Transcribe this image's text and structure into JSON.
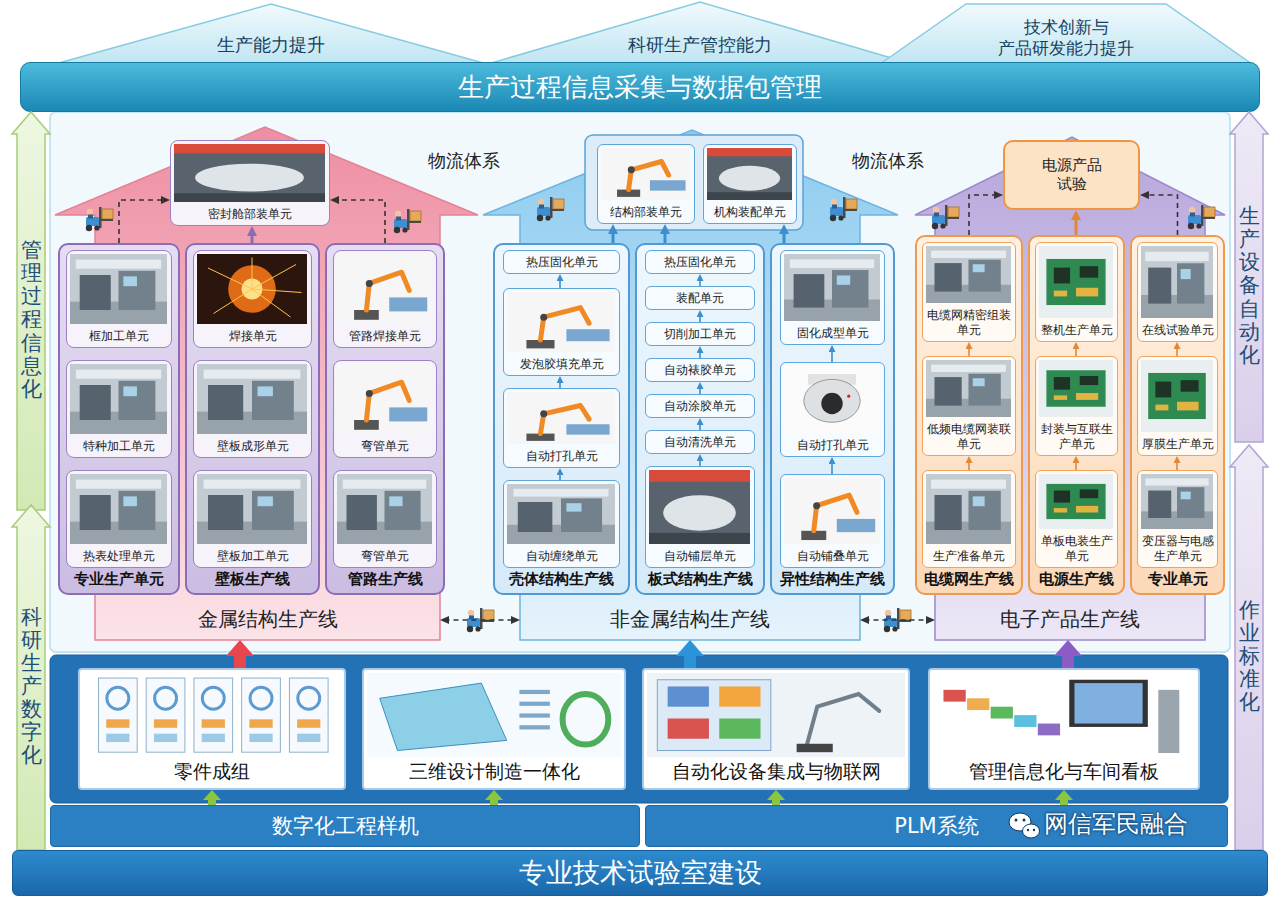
{
  "diagram": {
    "nodes": [
      {
        "text": [
          "生产能力提升"
        ]
      },
      {
        "text": [
          "科研生产管控能力"
        ]
      },
      {
        "text": [
          "技术创新与 产品研发能力提升"
        ]
      },
      {
        "text": [
          "生产过程信息采集与数据包管理"
        ]
      },
      {
        "text": [
          "管理过程信息化"
        ]
      },
      {
        "text": [
          "科研生产数字化"
        ]
      },
      {
        "text": [
          "生产设备自动化"
        ]
      },
      {
        "text": [
          "作业标准化"
        ]
      },
      {
        "text": [
          "金属结构生产线"
        ]
      },
      {
        "text": [
          "密封舱部装单元"
        ],
        "in": 8
      },
      {
        "text": [
          "专业生产单元"
        ],
        "in": 8
      },
      {
        "text": [
          "框加工单元"
        ],
        "in": 10
      },
      {
        "text": [
          "特种加工单元"
        ],
        "in": 10
      },
      {
        "text": [
          "热表处理单元"
        ],
        "in": 10
      },
      {
        "text": [
          "壁板生产线"
        ],
        "in": 8
      },
      {
        "text": [
          "焊接单元"
        ],
        "in": 14
      },
      {
        "text": [
          "壁板成形单元"
        ],
        "in": 14
      },
      {
        "text": [
          "壁板加工单元"
        ],
        "in": 14
      },
      {
        "text": [
          "管路生产线"
        ],
        "in": 8
      },
      {
        "text": [
          "管路焊接单元"
        ],
        "in": 18
      },
      {
        "text": [
          "弯管单元"
        ],
        "in": 18
      },
      {
        "text": [
          "弯管单元"
        ],
        "in": 18
      },
      {
        "text": [
          "非金属结构生产线"
        ]
      },
      {
        "text": [
          "结构部装单元"
        ],
        "in": 22
      },
      {
        "text": [
          "机构装配单元"
        ],
        "in": 22
      },
      {
        "text": [
          "壳体结构生产线"
        ],
        "in": 22
      },
      {
        "text": [
          "热压固化单元"
        ],
        "in": 25
      },
      {
        "text": [
          "发泡胶填充单元"
        ],
        "in": 25
      },
      {
        "text": [
          "自动打孔单元"
        ],
        "in": 25
      },
      {
        "text": [
          "自动缠绕单元"
        ],
        "in": 25
      },
      {
        "text": [
          "板式结构生产线"
        ],
        "in": 22
      },
      {
        "text": [
          "热压固化单元"
        ],
        "in": 30
      },
      {
        "text": [
          "装配单元"
        ],
        "in": 30
      },
      {
        "text": [
          "切削加工单元"
        ],
        "in": 30
      },
      {
        "text": [
          "自动裱胶单元"
        ],
        "in": 30
      },
      {
        "text": [
          "自动涂胶单元"
        ],
        "in": 30
      },
      {
        "text": [
          "自动清洗单元"
        ],
        "in": 30
      },
      {
        "text": [
          "自动铺层单元"
        ],
        "in": 30
      },
      {
        "text": [
          "异性结构生产线"
        ],
        "in": 22
      },
      {
        "text": [
          "固化成型单元"
        ],
        "in": 38
      },
      {
        "text": [
          "自动打孔单元"
        ],
        "in": 38
      },
      {
        "text": [
          "自动铺叠单元"
        ],
        "in": 38
      },
      {
        "text": [
          "电子产品生产线"
        ]
      },
      {
        "text": [
          "电源产品 试验"
        ],
        "in": 42
      },
      {
        "text": [
          "电缆网生产线"
        ],
        "in": 42
      },
      {
        "text": [
          "电缆网精密组装单元"
        ],
        "in": 44
      },
      {
        "text": [
          "低频电缆网装联单元"
        ],
        "in": 44
      },
      {
        "text": [
          "生产准备单元"
        ],
        "in": 44
      },
      {
        "text": [
          "电源生产线"
        ],
        "in": 42
      },
      {
        "text": [
          "整机生产单元"
        ],
        "in": 48
      },
      {
        "text": [
          "封装与互联生产单元"
        ],
        "in": 48
      },
      {
        "text": [
          "单板电装生产单元"
        ],
        "in": 48
      },
      {
        "text": [
          "专业单元"
        ],
        "in": 42
      },
      {
        "text": [
          "在线试验单元"
        ],
        "in": 52
      },
      {
        "text": [
          "厚膜生产单元"
        ],
        "in": 52
      },
      {
        "text": [
          "变压器与电感生产单元"
        ],
        "in": 52
      },
      {
        "text": [
          "零件成组"
        ]
      },
      {
        "text": [
          "三维设计制造一体化"
        ]
      },
      {
        "text": [
          "自动化设备集成与物联网"
        ]
      },
      {
        "text": [
          "管理信息化与车间看板"
        ]
      },
      {
        "text": [
          "数字化工程样机"
        ]
      },
      {
        "text": [
          "PLM系统"
        ]
      },
      {
        "text": [
          "专业技术试验室建设"
        ]
      }
    ],
    "edges": [
      {
        "from": 10,
        "to": 9,
        "arrow": "to"
      },
      {
        "from": 14,
        "to": 9,
        "arrow": "to"
      },
      {
        "from": 18,
        "to": 9,
        "arrow": "to"
      },
      {
        "from": 29,
        "to": 28,
        "arrow": "to"
      },
      {
        "from": 28,
        "to": 27,
        "arrow": "to"
      },
      {
        "from": 27,
        "to": 26,
        "arrow": "to"
      },
      {
        "from": 37,
        "to": 36,
        "arrow": "to"
      },
      {
        "from": 36,
        "to": 35,
        "arrow": "to"
      },
      {
        "from": 35,
        "to": 34,
        "arrow": "to"
      },
      {
        "from": 34,
        "to": 33,
        "arrow": "to"
      },
      {
        "from": 33,
        "to": 32,
        "arrow": "to"
      },
      {
        "from": 32,
        "to": 31,
        "arrow": "to"
      },
      {
        "from": 41,
        "to": 40,
        "arrow": "to"
      },
      {
        "from": 40,
        "to": 39,
        "arrow": "to"
      },
      {
        "from": 25,
        "to": 23,
        "arrow": "to"
      },
      {
        "from": 30,
        "to": 23,
        "arrow": "to"
      },
      {
        "from": 38,
        "to": 24,
        "arrow": "to"
      },
      {
        "from": 47,
        "to": 46,
        "arrow": "to"
      },
      {
        "from": 46,
        "to": 45,
        "arrow": "to"
      },
      {
        "from": 51,
        "to": 50,
        "arrow": "to"
      },
      {
        "from": 50,
        "to": 49,
        "arrow": "to"
      },
      {
        "from": 55,
        "to": 54,
        "arrow": "to"
      },
      {
        "from": 54,
        "to": 53,
        "arrow": "to"
      },
      {
        "from": 44,
        "to": 43,
        "arrow": "to"
      },
      {
        "from": 48,
        "to": 43,
        "arrow": "to"
      },
      {
        "from": 52,
        "to": 43,
        "arrow": "to"
      },
      {
        "from": 8,
        "to": 22,
        "arrow": "both"
      },
      {
        "from": 22,
        "to": 42,
        "arrow": "both"
      },
      {
        "from": 56,
        "to": 8,
        "arrow": "to"
      },
      {
        "from": 58,
        "to": 22,
        "arrow": "to"
      },
      {
        "from": 59,
        "to": 42,
        "arrow": "to"
      },
      {
        "from": 60,
        "to": 56,
        "arrow": "to"
      },
      {
        "from": 60,
        "to": 57,
        "arrow": "to"
      },
      {
        "from": 61,
        "to": 58,
        "arrow": "to"
      },
      {
        "from": 61,
        "to": 59,
        "arrow": "to"
      }
    ],
    "labels": [
      "物流体系",
      "物流体系",
      "网信军民融合"
    ]
  }
}
